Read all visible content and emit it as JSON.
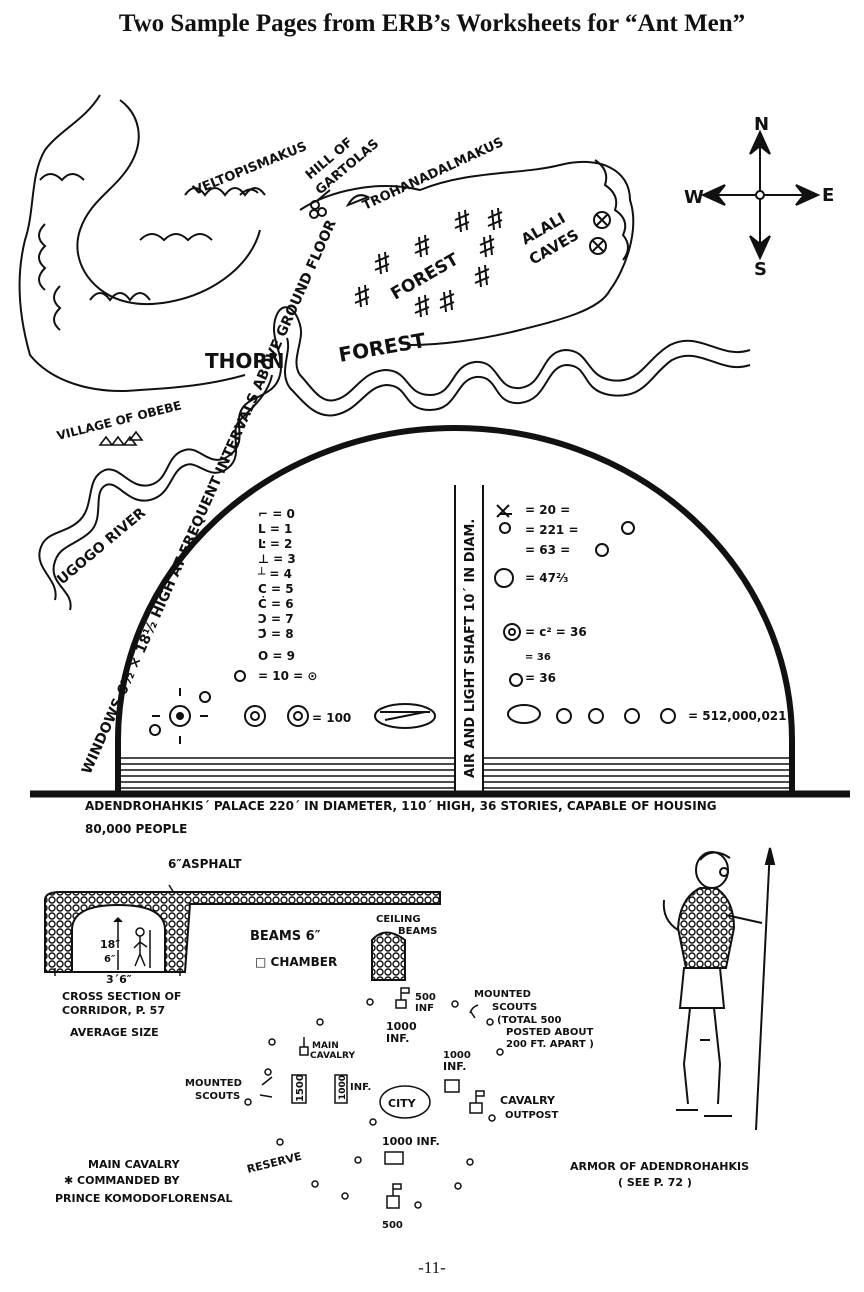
{
  "page": {
    "title": "Two Sample Pages from ERB’s Worksheets for “Ant Men”",
    "page_number": "-11-"
  },
  "map": {
    "compass": {
      "n": "N",
      "s": "S",
      "e": "E",
      "w": "W"
    },
    "labels": {
      "veltopismakus": "VELTOPISMAKUS",
      "hill_of": "HILL OF",
      "gartolas": "GARTOLAS",
      "trohanadalmakus": "TROHANADALMAKUS",
      "forest": "FOREST",
      "alali": "ALALI",
      "caves": "CAVES",
      "thorn": "THORN",
      "forest2": "FOREST",
      "village_of_obebe": "VILLAGE OF OBEBE",
      "ugogo_river": "UGOGO RIVER"
    }
  },
  "palace": {
    "arc_text": "WINDOWS 6½ × 18½ HIGH AT FREQUENT INTERVALS ABOVE GROUND FLOOR",
    "shaft_text": "AIR AND LIGHT SHAFT 10´ IN DIAM.",
    "numerals": [
      "⌐ = 0",
      "L = 1",
      "Ŀ = 2",
      "⊥ = 3",
      "┴ = 4",
      "C = 5",
      "Ċ = 6",
      "Ↄ = 7",
      "Ↄ̇ = 8",
      "O = 9",
      "= 10 = ⊙"
    ],
    "hundred": "= 100",
    "calculations": [
      "= 20 =",
      "= 221 =",
      "= 63 = ",
      "= 47⅔",
      "= c² = 36",
      "= 36",
      "= 36"
    ],
    "big_number": "= 512,000,021",
    "caption_line1": "ADENDROHAHKIS´ PALACE 220´ IN DIAMETER, 110´ HIGH, 36 STORIES, CAPABLE OF HOUSING",
    "caption_line2": "80,000 PEOPLE"
  },
  "corridor": {
    "asphalt": "6″ASPHALT",
    "beams": "BEAMS 6″",
    "ceiling": "CEILING",
    "ceiling_beams": "BEAMS",
    "chamber": "□ CHAMBER",
    "height_18": "18″",
    "height_6": "6″",
    "width": "3´6″",
    "caption1": "CROSS SECTION OF",
    "caption2": "CORRIDOR, P. 57",
    "caption3": "AVERAGE SIZE"
  },
  "battle": {
    "inf_500": "500",
    "inf_500_b": "INF",
    "mounted": "MOUNTED",
    "scouts": "SCOUTS",
    "total1": "(TOTAL 500",
    "total2": "POSTED ABOUT",
    "total3": "200 FT. APART )",
    "inf_1000_a1": "1000",
    "inf_1000_a2": "INF.",
    "main_cavalry1": "MAIN",
    "main_cavalry2": "CAVALRY",
    "inf_1000_b1": "1000",
    "inf_1000_b2": "INF.",
    "mounted_scouts1": "MOUNTED",
    "mounted_scouts2": "SCOUTS",
    "box_1500": "1500",
    "box_1000": "1000",
    "inf": "INF.",
    "city": "CITY",
    "cavalry": "CAVALRY",
    "outpost": "OUTPOST",
    "reserve": "RESERVE",
    "inf_1000_c": "1000 INF.",
    "bottom_500": "500",
    "legend1": "MAIN CAVALRY",
    "legend2": "✱ COMMANDED BY",
    "legend3": "PRINCE KOMODOFLORENSAL"
  },
  "armor": {
    "caption1": "ARMOR OF ADENDROHAHKIS",
    "caption2": "( SEE P. 72 )"
  }
}
